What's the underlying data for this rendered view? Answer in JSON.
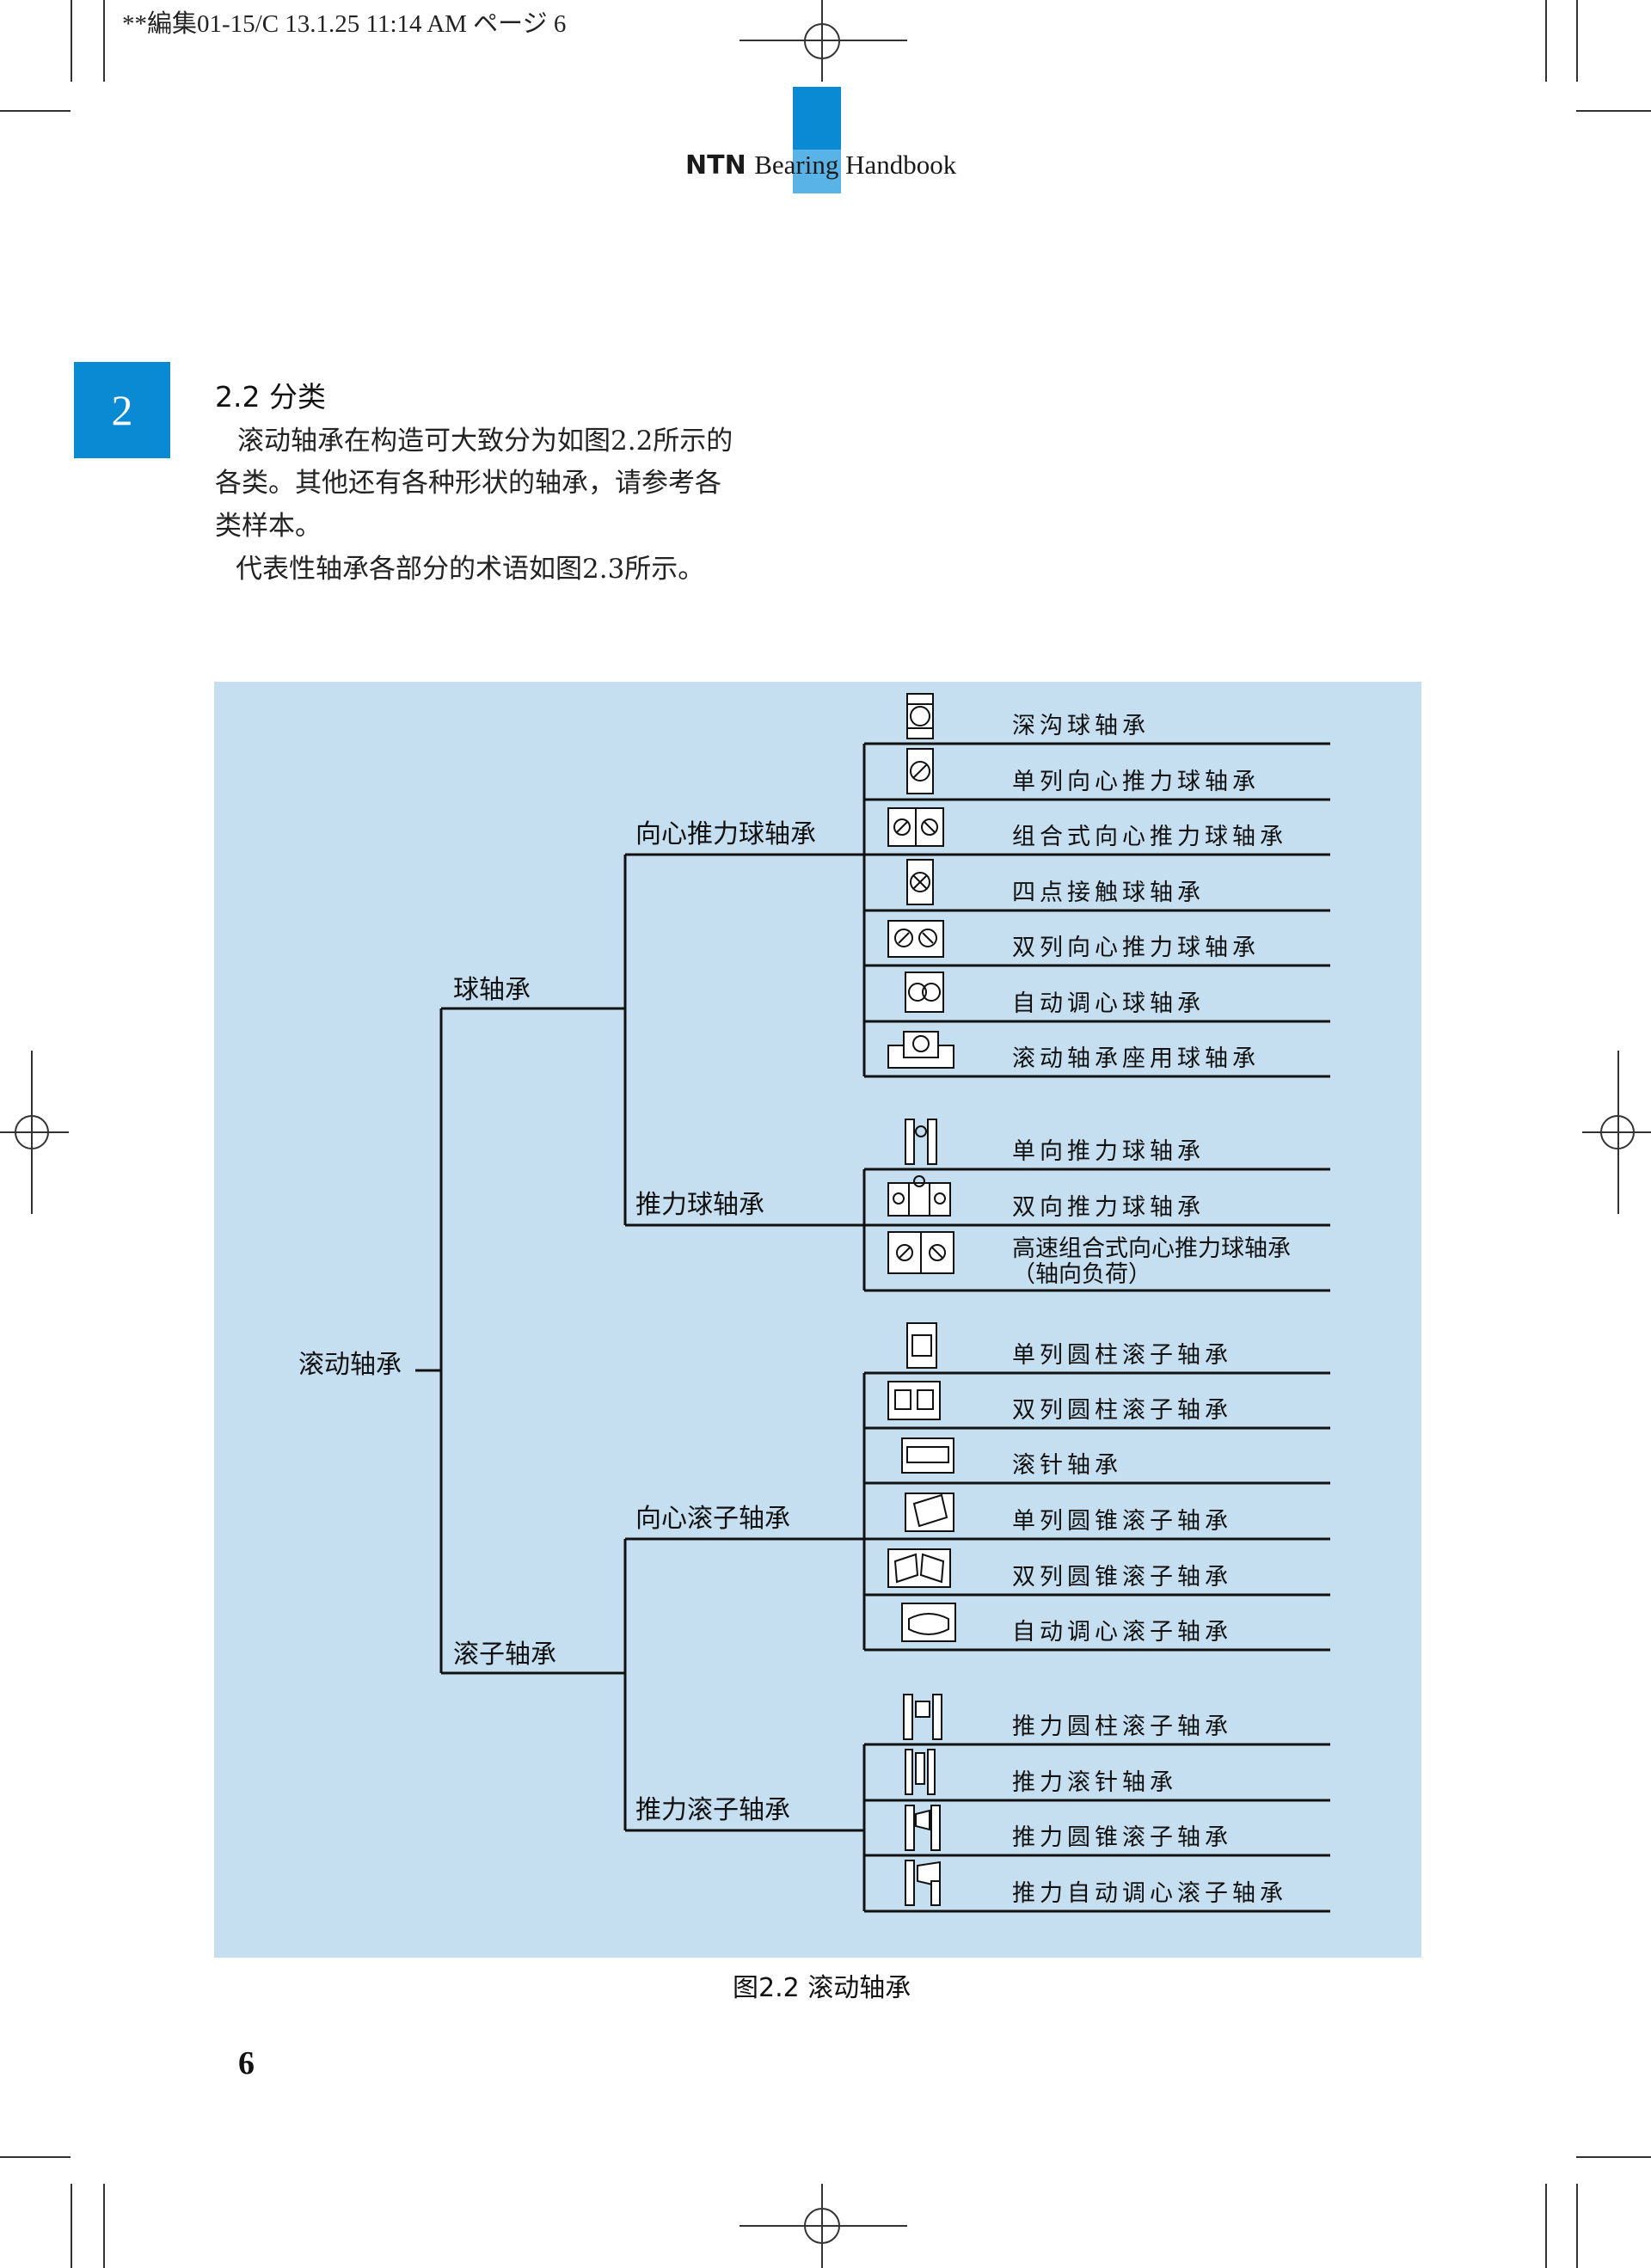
{
  "print_header": "**編集01-15/C  13.1.25 11:14 AM  ページ 6",
  "running_head": {
    "brand": "NTN",
    "subtitle": "Bearing Handbook"
  },
  "chapter_tab": "2",
  "section": {
    "heading": "2.2 分类",
    "lines": [
      "滚动轴承在构造可大致分为如图2.2所示的",
      "各类。其他还有各种形状的轴承，请参考各",
      "类样本。",
      "代表性轴承各部分的术语如图2.3所示。"
    ]
  },
  "tree": {
    "root": "滚动轴承",
    "branches": [
      {
        "label": "球轴承",
        "groups": [
          {
            "label": "向心推力球轴承",
            "items": [
              {
                "label": "深沟球轴承",
                "icon": "deep-groove-ball-bearing-icon"
              },
              {
                "label": "单列向心推力球轴承",
                "icon": "single-row-angular-contact-icon"
              },
              {
                "label": "组合式向心推力球轴承",
                "icon": "duplex-angular-contact-icon"
              },
              {
                "label": "四点接触球轴承",
                "icon": "four-point-contact-icon"
              },
              {
                "label": "双列向心推力球轴承",
                "icon": "double-row-angular-contact-icon"
              },
              {
                "label": "自动调心球轴承",
                "icon": "self-aligning-ball-bearing-icon"
              },
              {
                "label": "滚动轴承座用球轴承",
                "icon": "bearing-unit-ball-bearing-icon"
              }
            ]
          },
          {
            "label": "推力球轴承",
            "items": [
              {
                "label": "单向推力球轴承",
                "icon": "single-direction-thrust-ball-icon"
              },
              {
                "label": "双向推力球轴承",
                "icon": "double-direction-thrust-ball-icon"
              },
              {
                "label": "高速组合式向心推力球轴承",
                "label2": "（轴向负荷）",
                "icon": "high-speed-duplex-angular-icon"
              }
            ]
          }
        ]
      },
      {
        "label": "滚子轴承",
        "groups": [
          {
            "label": "向心滚子轴承",
            "items": [
              {
                "label": "单列圆柱滚子轴承",
                "icon": "single-row-cylindrical-roller-icon"
              },
              {
                "label": "双列圆柱滚子轴承",
                "icon": "double-row-cylindrical-roller-icon"
              },
              {
                "label": "滚针轴承",
                "icon": "needle-roller-bearing-icon"
              },
              {
                "label": "单列圆锥滚子轴承",
                "icon": "single-row-tapered-roller-icon"
              },
              {
                "label": "双列圆锥滚子轴承",
                "icon": "double-row-tapered-roller-icon"
              },
              {
                "label": "自动调心滚子轴承",
                "icon": "spherical-roller-bearing-icon"
              }
            ]
          },
          {
            "label": "推力滚子轴承",
            "items": [
              {
                "label": "推力圆柱滚子轴承",
                "icon": "thrust-cylindrical-roller-icon"
              },
              {
                "label": "推力滚针轴承",
                "icon": "thrust-needle-roller-icon"
              },
              {
                "label": "推力圆锥滚子轴承",
                "icon": "thrust-tapered-roller-icon"
              },
              {
                "label": "推力自动调心滚子轴承",
                "icon": "thrust-spherical-roller-icon"
              }
            ]
          }
        ]
      }
    ]
  },
  "figure_caption": "图2.2 滚动轴承",
  "page_number": "6",
  "colors": {
    "accent_blue": "#0a8ad2",
    "light_blue": "#5ab3e6",
    "figure_bg": "#c5def0",
    "line": "#111111"
  }
}
